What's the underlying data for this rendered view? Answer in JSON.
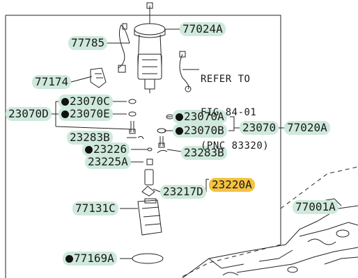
{
  "colors": {
    "label_bg": "#cfe9dc",
    "highlight_bg": "#f5c242",
    "line": "#222222"
  },
  "labels": {
    "p77785": "77785",
    "p77024A": "77024A",
    "p77174": "77174",
    "p23070C": "23070C",
    "p23070E": "23070E",
    "p23070D": "23070D",
    "p23070A_r": "23070A",
    "p23070B": "23070B",
    "p23070": "23070",
    "p77020A": "77020A",
    "p23283B_l": "23283B",
    "p23226": "23226",
    "p23283B_r": "23283B",
    "p23225A": "23225A",
    "p23220A": "23220A",
    "p23217D": "23217D",
    "p77131C": "77131C",
    "p77001A": "77001A",
    "p77169A": "77169A"
  },
  "refer_note": {
    "line1": "REFER TO",
    "line2": "FIG 84-01",
    "line3": "(PNC 83320)"
  }
}
